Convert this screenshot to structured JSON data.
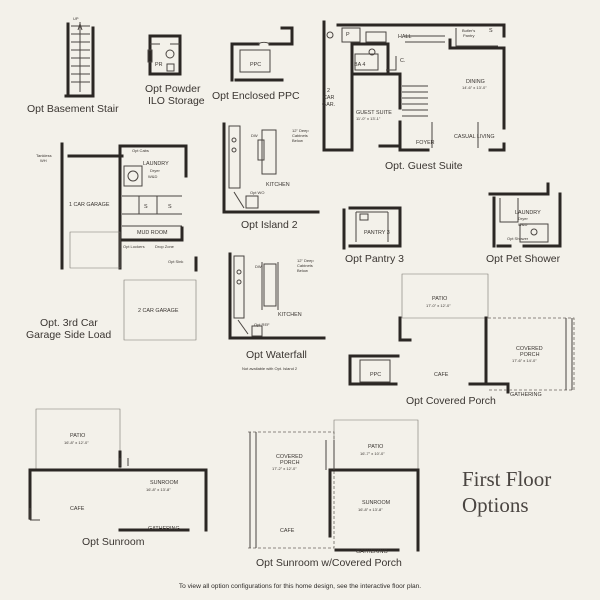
{
  "title": {
    "line1": "First Floor",
    "line2": "Options"
  },
  "footnote": "To view all option configurations for this home design, see the interactive floor plan.",
  "captions": {
    "basement_stair": "Opt Basement Stair",
    "powder_1": "Opt Powder",
    "powder_2": "ILO Storage",
    "enclosed_ppc": "Opt Enclosed PPC",
    "guest_suite": "Opt. Guest Suite",
    "island2": "Opt Island 2",
    "garage_1": "Opt. 3rd Car",
    "garage_2": "Garage Side Load",
    "pantry3": "Opt Pantry 3",
    "pet_shower": "Opt Pet Shower",
    "waterfall": "Opt Waterfall",
    "waterfall_note": "Not available with Opt. Island 2",
    "covered_porch": "Opt Covered Porch",
    "sunroom": "Opt Sunroom",
    "sunroom_porch": "Opt Sunroom w/Covered Porch"
  },
  "rooms": {
    "up": "UP",
    "pr": "PR",
    "ppc": "PPC",
    "p": "P",
    "hall": "HALL",
    "butlers_pantry_1": "Butler's",
    "butlers_pantry_2": "Pantry",
    "s": "S",
    "ba4": "BA 4",
    "c": "C.",
    "car_gar_1": "2",
    "car_gar_2": "CAR",
    "car_gar_3": "GAR.",
    "guest_suite": "GUEST SUITE",
    "guest_suite_dim": "11'-0\" x 13'-1\"",
    "dining": "DINING",
    "dining_dim": "14'-6\" x 13'-0\"",
    "foyer": "FOYER",
    "casual_living": "CASUAL LIVING",
    "dw": "DW",
    "cabinets_note_1": "12\" Deep",
    "cabinets_note_2": "Cabinets",
    "cabinets_note_3": "Below",
    "kitchen": "KITCHEN",
    "opt_wo": "Opt WO",
    "opt_ref": "Opt REF",
    "tankless_1": "Tankless",
    "tankless_2": "WH",
    "opt_cabs": "Opt Cabs",
    "laundry": "LAUNDRY",
    "dryer": "Dryer",
    "washer": "W&D",
    "one_car_garage": "1 CAR GARAGE",
    "mud_room": "MUD ROOM",
    "opt_lockers": "Opt Lockers",
    "drop_zone": "Drop Zone",
    "opt_sink": "Opt Sink",
    "two_car_garage": "2 CAR GARAGE",
    "pantry3": "PANTRY 3",
    "opt_shower": "Opt Shower",
    "patio": "PATIO",
    "patio_dim_a": "17'-0\" x 12'-0\"",
    "covered_porch": "COVERED",
    "porch": "PORCH",
    "covered_porch_dim_a": "17'-6\" x 14'-0\"",
    "cafe": "CAFE",
    "gathering": "GATHERING",
    "patio_dim_b": "16'-8\" x 12'-0\"",
    "sunroom": "SUNROOM",
    "sunroom_dim": "16'-8\" x 13'-8\"",
    "patio_dim_c": "16'-7\" x 10'-0\"",
    "covered_porch_dim_c": "17'-2\" x 12'-0\""
  }
}
